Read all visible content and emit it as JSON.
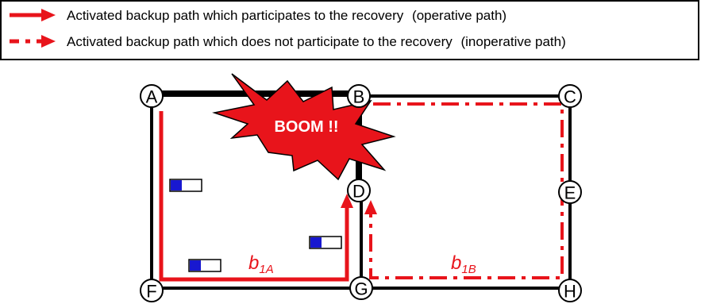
{
  "legend": {
    "operative_text": "Activated backup path which participates to the recovery",
    "operative_paren": "(operative path)",
    "inoperative_text": "Activated backup path which does not participate to the recovery",
    "inoperative_paren": "(inoperative path)"
  },
  "nodes": {
    "A": "A",
    "B": "B",
    "C": "C",
    "D": "D",
    "E": "E",
    "F": "F",
    "G": "G",
    "H": "H"
  },
  "failure_label": "BOOM !!",
  "paths": {
    "b1A": {
      "base": "b",
      "sub": "1A"
    },
    "b1B": {
      "base": "b",
      "sub": "1B"
    }
  },
  "colors": {
    "backup_path": "#e8141b",
    "link": "#000000",
    "boom_fill": "#e8141b",
    "indicator_blue": "#1818d0"
  },
  "icons": [
    "right-arrow-icon",
    "dashed-arrow-icon",
    "explosion-icon",
    "status-indicator-icon"
  ]
}
